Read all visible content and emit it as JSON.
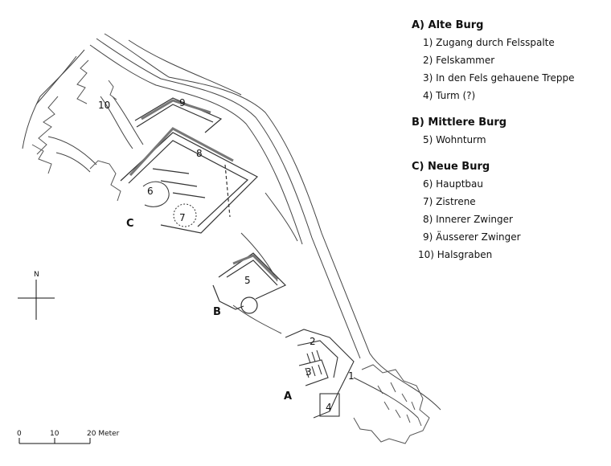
{
  "legend": {
    "groups": [
      {
        "heading": "A) Alte Burg",
        "items": [
          "1) Zugang durch Felsspalte",
          "2) Felskammer",
          "3) In den Fels gehauene Treppe",
          "4) Turm (?)"
        ]
      },
      {
        "heading": "B) Mittlere Burg",
        "items": [
          "5) Wohnturm"
        ]
      },
      {
        "heading": "C) Neue Burg",
        "items": [
          "6) Hauptbau",
          "7) Zistrene",
          "8) Innerer Zwinger",
          "9) Äusserer Zwinger",
          "10) Halsgraben"
        ]
      }
    ]
  },
  "map_labels": {
    "section_a": "A",
    "section_b": "B",
    "section_c": "C",
    "n1": "1",
    "n2": "2",
    "n3": "3",
    "n4": "4",
    "n5": "5",
    "n6": "6",
    "n7": "7",
    "n8": "8",
    "n9": "9",
    "n10": "10"
  },
  "north_arrow": {
    "label": "N"
  },
  "scale_bar": {
    "tick_0": "0",
    "tick_1": "10",
    "tick_2": "20 Meter"
  }
}
